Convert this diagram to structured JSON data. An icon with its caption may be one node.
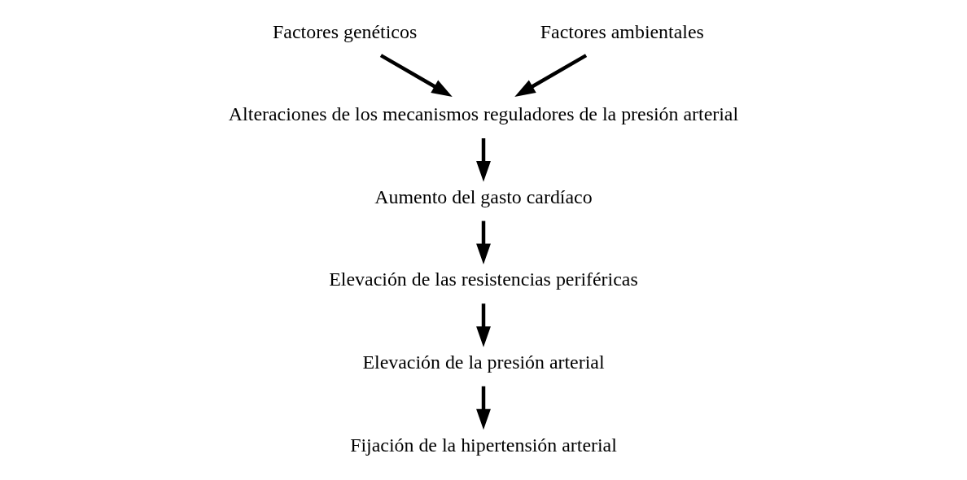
{
  "diagram": {
    "nodes": [
      {
        "text": [
          "Factores genéticos"
        ]
      },
      {
        "text": [
          "Factores ambientales"
        ]
      },
      {
        "text": [
          "Alteraciones de los mecanismos reguladores de la presión arterial"
        ]
      },
      {
        "text": [
          "Aumento del gasto cardíaco"
        ]
      },
      {
        "text": [
          "Elevación de las resistencias periféricas"
        ]
      },
      {
        "text": [
          "Elevación de la presión arterial"
        ]
      },
      {
        "text": [
          "Fijación de la hipertensión arterial"
        ]
      }
    ],
    "edges": [
      {
        "from": 0,
        "to": 2,
        "arrow": "to"
      },
      {
        "from": 1,
        "to": 2,
        "arrow": "to"
      },
      {
        "from": 2,
        "to": 3,
        "arrow": "to"
      },
      {
        "from": 3,
        "to": 4,
        "arrow": "to"
      },
      {
        "from": 4,
        "to": 5,
        "arrow": "to"
      },
      {
        "from": 5,
        "to": 6,
        "arrow": "to"
      }
    ]
  }
}
